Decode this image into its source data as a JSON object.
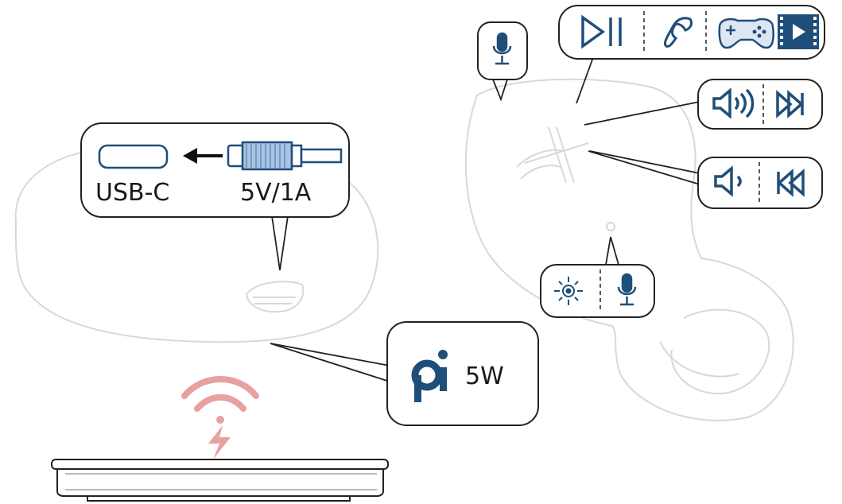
{
  "case_callout": {
    "port_label": "USB-C",
    "power_label": "5V/1A"
  },
  "wireless_callout": {
    "power_label": "5W",
    "logo": "qi-logo"
  },
  "earbud_callouts": {
    "top_bar_icons": [
      "play-pause-icon",
      "phone-call-icon",
      "gamepad-icon",
      "video-icon"
    ],
    "mic_top_icon": "microphone-icon",
    "upper_controls": [
      "volume-up-icon",
      "fast-forward-icon"
    ],
    "lower_controls": [
      "volume-down-icon",
      "rewind-icon"
    ],
    "bottom_controls": [
      "light-sensor-icon",
      "microphone-icon"
    ]
  },
  "colors": {
    "icon_blue": "#1f4e79",
    "outline": "#222222",
    "sketch": "#d6d6d6",
    "wave_red": "#e8a0a0"
  }
}
